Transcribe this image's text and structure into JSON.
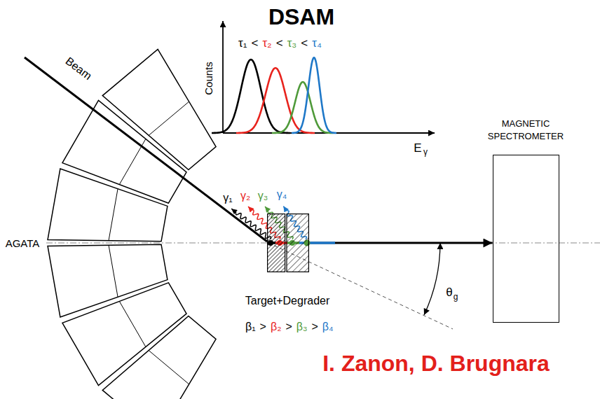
{
  "diagram": {
    "title": "DSAM",
    "nodes": [
      {
        "text": [
          "Target+Degrader"
        ]
      },
      {
        "text": [
          "MAGNETIC SPECTROMETER"
        ]
      }
    ],
    "edges": [
      {
        "from": 0,
        "to": 1,
        "arrow": "to"
      }
    ],
    "labels": [
      "Counts",
      "E",
      "γ",
      "τ₁",
      "<",
      "τ₂",
      "<",
      "τ₃",
      "<",
      "τ₄",
      "Beam",
      "γ₁",
      "γ₂",
      "γ₃",
      "γ₄",
      "AGATA",
      "θ",
      "g",
      "β₁",
      ">",
      "β₂",
      ">",
      "β₃",
      ">",
      "β₄",
      "I. Zanon, D. Brugnara"
    ]
  }
}
